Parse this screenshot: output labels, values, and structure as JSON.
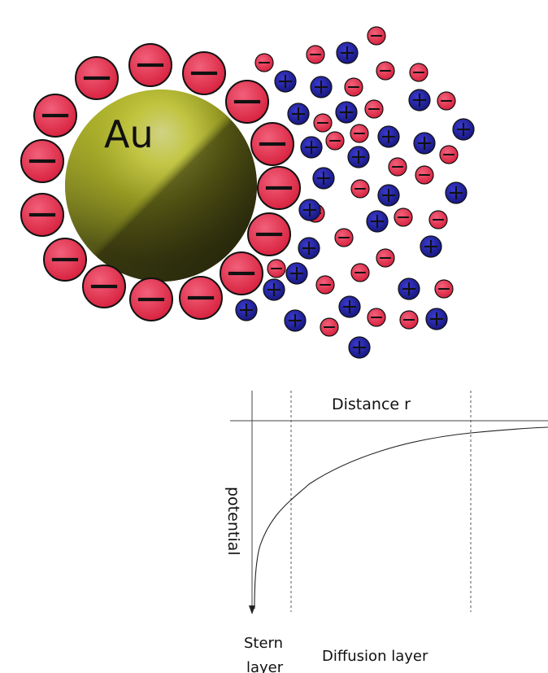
{
  "particle": {
    "label": "Au",
    "colors": {
      "light": "#f2f2c0",
      "mid": "#c9cc3a",
      "dark": "#3a3a12"
    }
  },
  "ions": {
    "negative_color": "#e3334a",
    "positive_color": "#1e1e9e",
    "negative_symbol": "−",
    "positive_symbol": "+"
  },
  "graph": {
    "x_axis_label": "Distance r",
    "y_axis_label": "potential",
    "region_labels": {
      "stern_line1": "Stern",
      "stern_line2": "layer",
      "diffusion": "Diffusion layer"
    },
    "curve": "potential rising from deeply negative near the surface toward zero with distance"
  }
}
